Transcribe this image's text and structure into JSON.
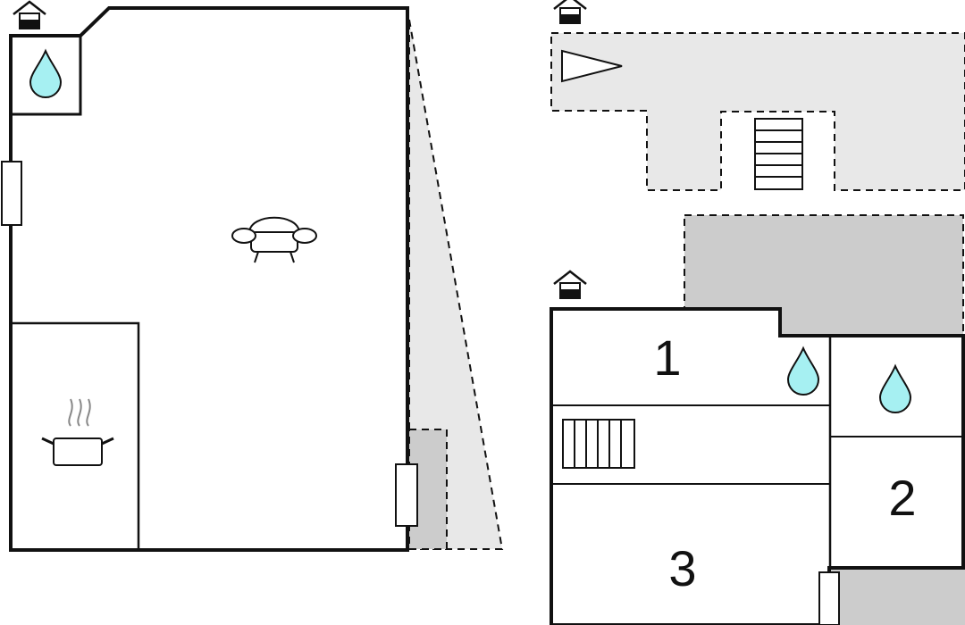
{
  "colors": {
    "wall": "#111111",
    "outdoor_light": "#e8e8e8",
    "outdoor_dark": "#cccccc",
    "water": "#a6f0f2"
  },
  "icons": [
    "entrance-icon",
    "water-drop-icon",
    "sofa-icon",
    "cooking-pot-icon",
    "stairs-icon",
    "fireplace-icon"
  ],
  "rooms": [
    {
      "label": "1"
    },
    {
      "label": "2"
    },
    {
      "label": "3"
    }
  ]
}
